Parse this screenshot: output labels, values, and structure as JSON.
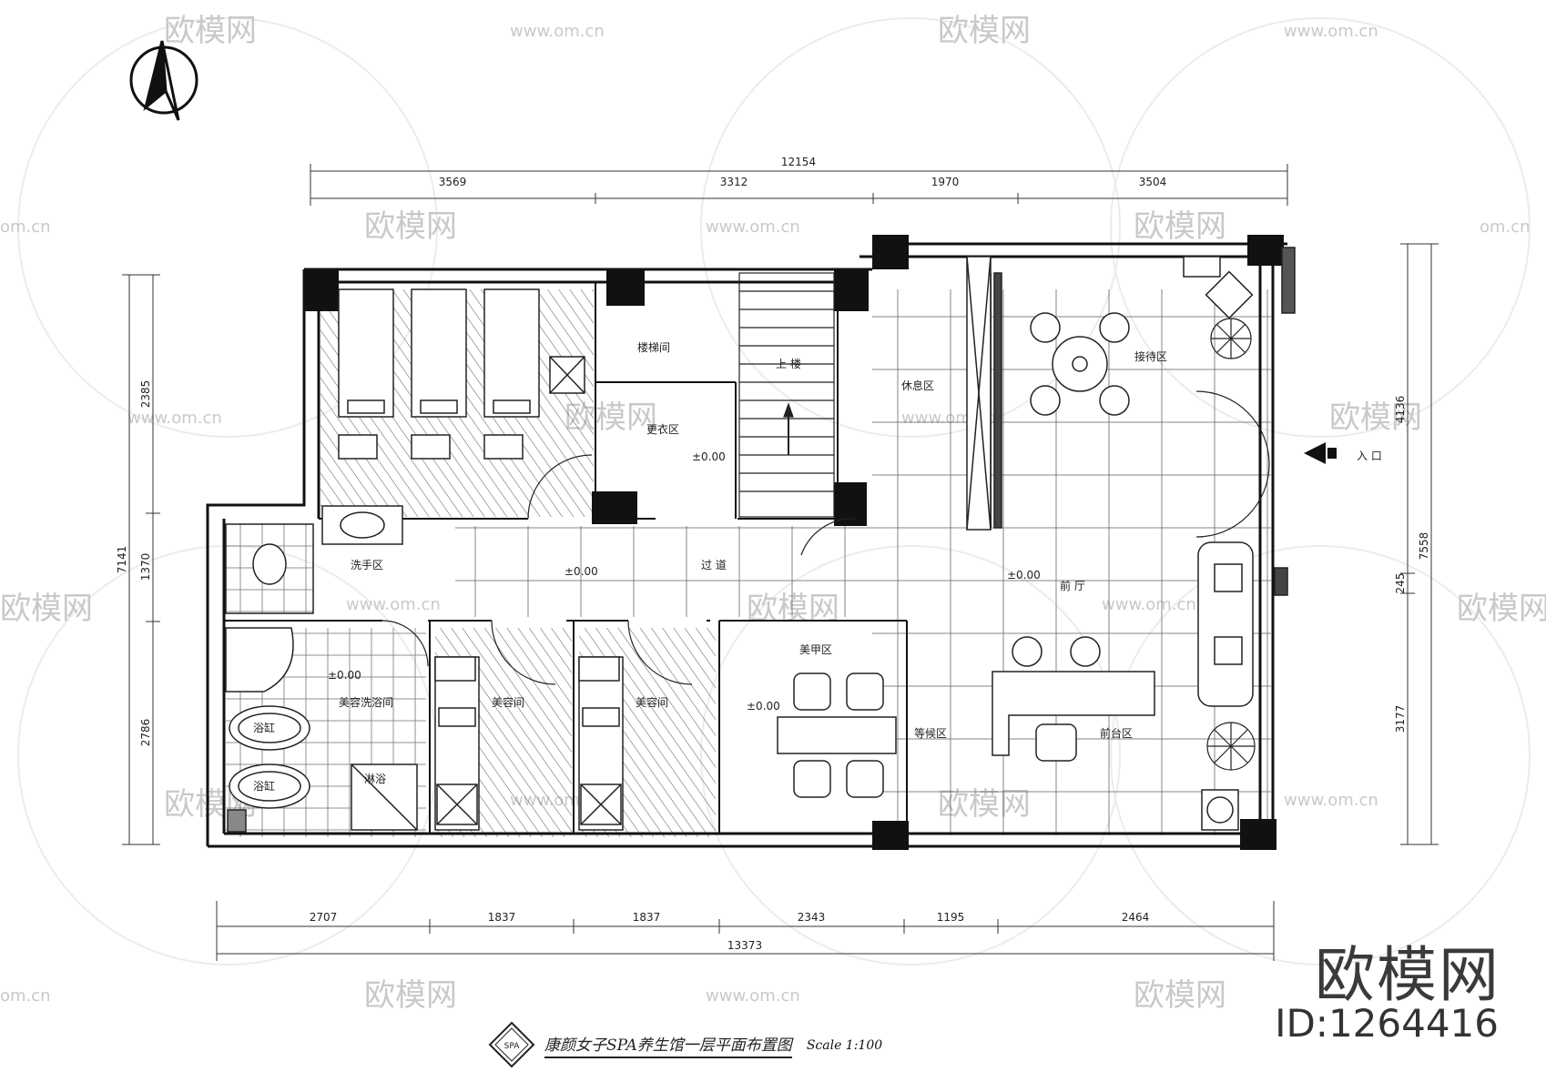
{
  "top_dims": {
    "total": "12154",
    "segments": [
      "3569",
      "3312",
      "1970",
      "3504"
    ]
  },
  "bottom_dims": {
    "total": "13373",
    "segments": [
      "2707",
      "1837",
      "1837",
      "2343",
      "1195",
      "2464"
    ]
  },
  "left_dims": {
    "total": "7141",
    "segments": [
      "2385",
      "1370",
      "2786"
    ]
  },
  "right_dims": {
    "total": "7558",
    "segments": [
      "4136",
      "245",
      "3177"
    ]
  },
  "rooms": {
    "stairs": "楼梯间",
    "changing": "更衣区",
    "corridor": "过 道",
    "basin": "洗手区",
    "washroom": "美容洗浴间",
    "bath1": "浴缸",
    "bath2": "浴缸",
    "shower": "淋浴",
    "treat1": "美容间",
    "treat2": "美容间",
    "nail": "美甲区",
    "rest": "休息区",
    "waiting": "等候区",
    "reception": "接待区",
    "lobby": "前 厅",
    "cashier": "前台区",
    "entrance": "入 口",
    "up": "上 楼",
    "stair_label": "上"
  },
  "levels": {
    "l1": "±0.00",
    "l2": "±0.00",
    "l3": "±0.00",
    "l4": "±0.00",
    "l5": "±0.00"
  },
  "watermark": {
    "brand": "欧模网",
    "url": "www.om.cn",
    "url_short": "om.cn"
  },
  "footer": {
    "logo_letters": "SPA",
    "title": "康颜女子SPA养生馆一层平面布置图",
    "scale": "Scale 1:100"
  },
  "brand_badge": {
    "name": "欧模网",
    "id": "ID:1264416"
  }
}
